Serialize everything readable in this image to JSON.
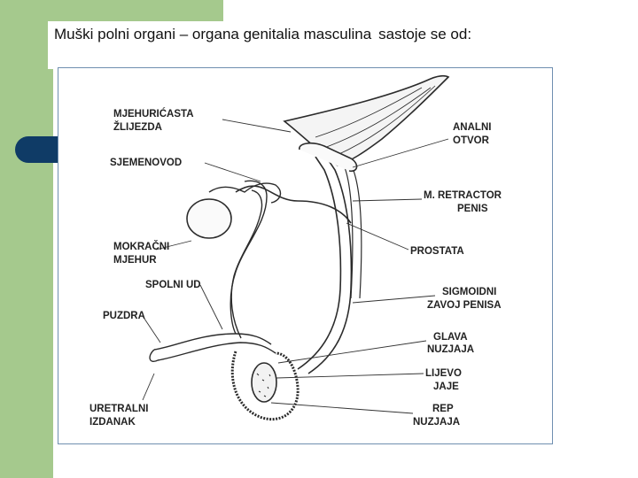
{
  "title": {
    "main": "Muški polni organi – organa genitalia masculina",
    "rest": "sastoje se od:"
  },
  "labels": {
    "mjehuricasta_1": "MJEHURIĆASTA",
    "mjehuricasta_2": "ŽLIJEZDA",
    "sjemenovod": "SJEMENOVOD",
    "mokracni_1": "MOKRAČNI",
    "mokracni_2": "MJEHUR",
    "spolni_ud": "SPOLNI  UD",
    "puzdra": "PUZDRA",
    "uretralni_1": "URETRALNI",
    "uretralni_2": "IZDANAK",
    "analni_1": "ANALNI",
    "analni_2": "OTVOR",
    "retractor_1": "M.  RETRACTOR",
    "retractor_2": "PENIS",
    "prostata": "PROSTATA",
    "sigmoidni_1": "SIGMOIDNI",
    "sigmoidni_2": "ZAVOJ  PENISA",
    "glava_1": "GLAVA",
    "glava_2": "NUZJAJA",
    "lijevo_1": "LIJEVO",
    "lijevo_2": "JAJE",
    "rep_1": "REP",
    "rep_2": "NUZJAJA"
  },
  "colors": {
    "accent_green": "#a5c98d",
    "bullet_navy": "#0f3b66"
  }
}
